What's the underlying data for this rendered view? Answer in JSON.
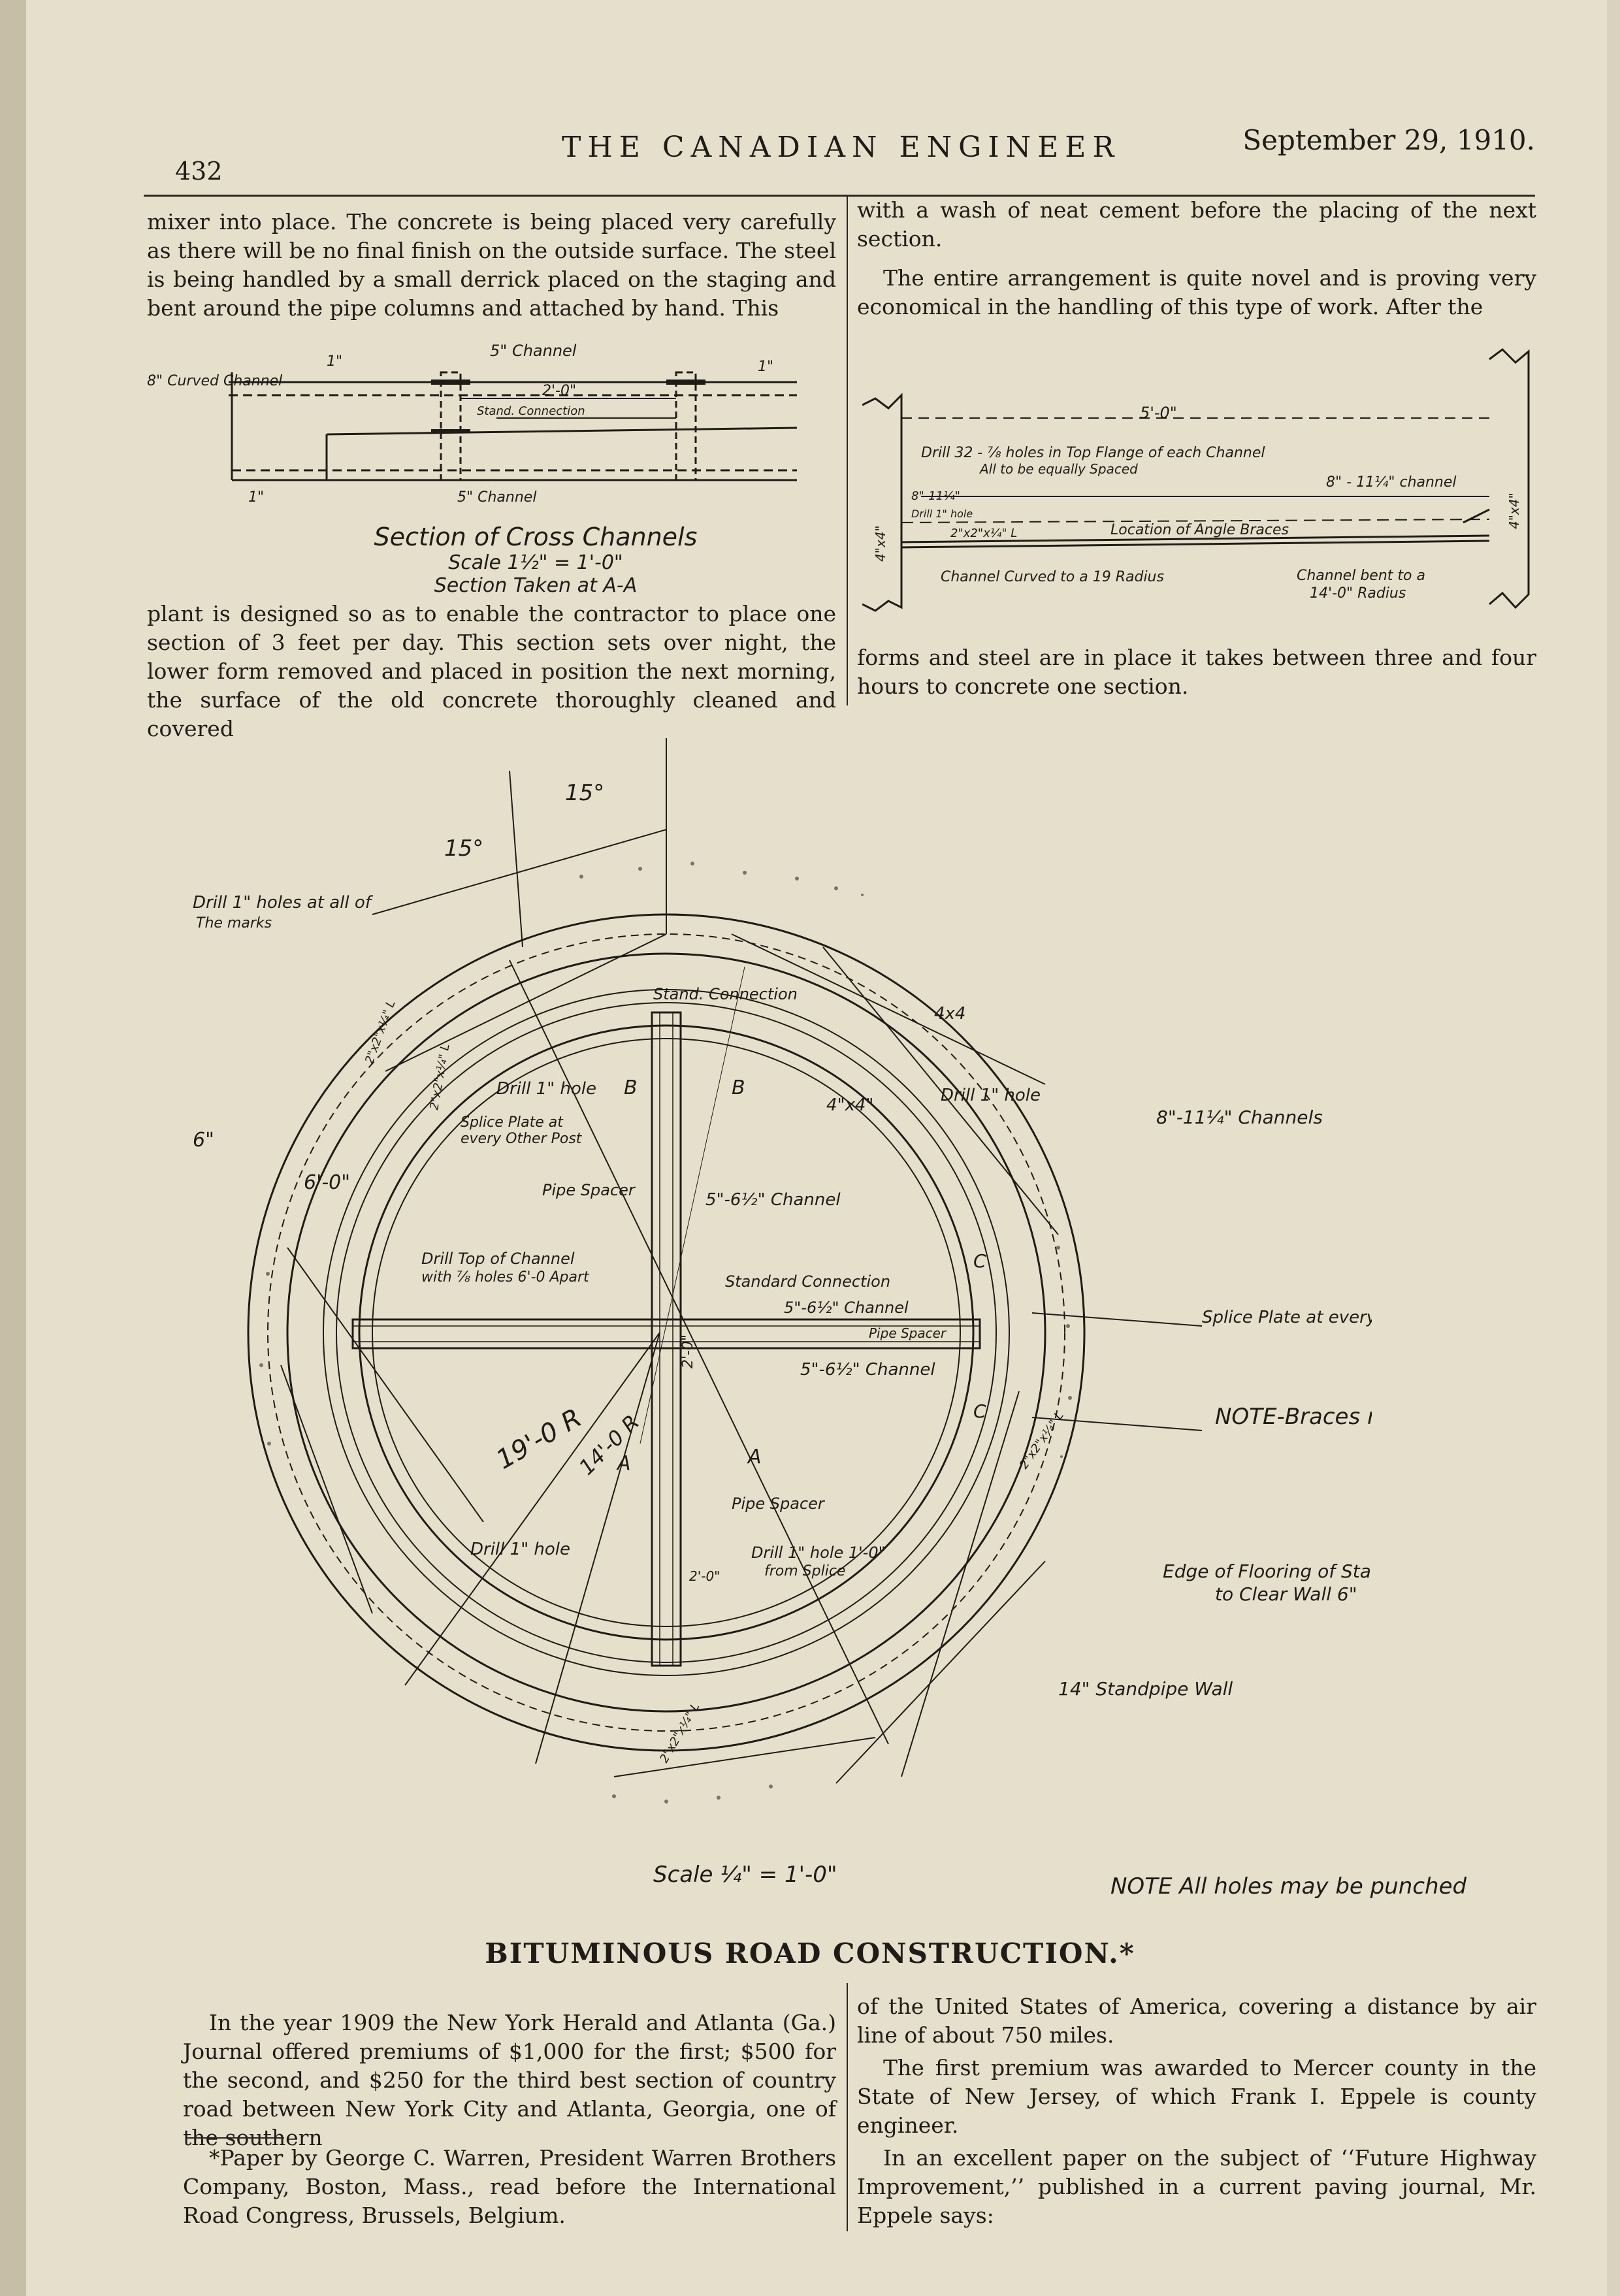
{
  "header": {
    "page_number": "432",
    "journal_title": "THE CANADIAN ENGINEER",
    "date": "September 29, 1910."
  },
  "left_column": {
    "paragraph_top": "mixer into place. The concrete is being placed very carefully as there will be no final finish on the outside surface. The steel is being handled by a small derrick placed on the staging and bent around the pipe columns and attached by hand. This",
    "paragraph_bottom": "plant is designed so as to enable the contractor to place one section of 3 feet per day. This section sets over night, the lower form removed and placed in position the next morning, the surface of the old concrete thoroughly cleaned and covered"
  },
  "right_column": {
    "paragraph_top_1": "with a wash of neat cement before the placing of the next section.",
    "paragraph_top_2": "The entire arrangement is quite novel and is proving very economical in the handling of this type of work. After the",
    "paragraph_bottom": "forms and steel are in place it takes between three and four hours to concrete one section."
  },
  "figure_cross_channels": {
    "caption_title": "Section of Cross Channels",
    "caption_scale": "Scale 1½\" = 1'-0\"",
    "caption_section": "Section Taken at A-A",
    "label_5_channel_top": "5\" Channel",
    "label_curved_channel": "8\" Curved Channel",
    "label_1_left": "1\"",
    "label_1_right": "1\"",
    "label_2_0": "2'-0\"",
    "label_stand_connection": "Stand. Connection",
    "label_5_channel_bottom": "5\" Channel",
    "label_1_bottom": "1\""
  },
  "figure_elevation": {
    "label_5_0": "5'-0\"",
    "label_drill": "Drill 32 - ⅞ holes in Top Flange of each Channel",
    "label_drill_2": "All to be equally Spaced",
    "label_8_channel": "8\" - 11¼\" channel",
    "label_11": "8\"-11¼\"",
    "label_drill_hole": "Drill 1\" hole",
    "label_angle": "2\"x2\"x¼\" L",
    "label_angle_braces": "Location of Angle Braces",
    "label_curved": "Channel Curved to a 19 Radius",
    "label_bent": "Channel bent to a",
    "label_bent_2": "14'-0\" Radius",
    "label_4x4_left": "4\"x4\"",
    "label_4x4_right": "4\"x4\""
  },
  "figure_plan": {
    "label_15_a": "15°",
    "label_15_b": "15°",
    "label_drill_marks": "Drill 1\" holes at all of",
    "label_drill_marks_2": "The marks",
    "label_stand_connection": "Stand. Connection",
    "label_4x4_top": "4x4",
    "label_drill_hole_1": "Drill 1\" hole",
    "label_b1": "B",
    "label_b2": "B",
    "label_4x4": "4\"x4\"",
    "label_drill_hole_2": "Drill 1\" hole",
    "label_8_channels": "8\"-11¼\" Channels",
    "label_splice_1": "Splice Plate at",
    "label_splice_2": "every Other Post",
    "label_6": "6\"",
    "label_6_0": "6'-0\"",
    "label_pipe_spacer_1": "Pipe Spacer",
    "label_5_6_channel_1": "5\"-6½\" Channel",
    "label_drill_top_1": "Drill Top of Channel",
    "label_drill_top_2": "with ⅞ holes 6'-0 Apart",
    "label_standard_connection": "Standard Connection",
    "label_5_6_channel_2": "5\"-6½\" Channel",
    "label_pipe_spacer_2": "Pipe Spacer",
    "label_5_6_channel_3": "5\"-6½\" Channel",
    "label_2_0": "2'-0\"",
    "label_c1": "C",
    "label_c2": "C",
    "label_splice_right": "Splice Plate at every Other Post",
    "label_note_braces": "NOTE-Braces not to join at posts",
    "label_19_0_r": "19'-0 R",
    "label_14_0_r": "14'-0 R",
    "label_a1": "A",
    "label_a2": "A",
    "label_pipe_spacer_3": "Pipe Spacer",
    "label_drill_hole_3": "Drill 1\" hole",
    "label_drill_hole_4": "Drill 1\" hole 1'-0\"",
    "label_from_splice": "from Splice",
    "label_2_0_b": "2'-0\"",
    "label_edge_1": "Edge of Flooring of Stage",
    "label_edge_2": "to Clear Wall 6\"",
    "label_standpipe_wall": "14\" Standpipe Wall",
    "label_angle_1": "2\"x2\"x¼\" L",
    "label_angle_2": "2\"x2\"x¼\" L",
    "label_angle_3": "2\"x2\"x¼\" L",
    "label_angle_4": "2\"x2\"x¼\" L",
    "scale": "Scale ¼\" = 1'-0\"",
    "note_holes": "NOTE All holes may be punched"
  },
  "article": {
    "heading": "BITUMINOUS ROAD CONSTRUCTION.*",
    "left_paragraph": "In the year 1909 the New York Herald and Atlanta (Ga.) Journal offered premiums of $1,000 for the first; $500 for the second, and $250 for the third best section of country road between New York City and Atlanta, Georgia, one of the southern",
    "footnote": "*Paper by George C. Warren, President Warren Brothers Company, Boston, Mass., read before the International Road Congress, Brussels, Belgium.",
    "right_paragraph_1": "of the United States of America, covering a distance by air line of about 750 miles.",
    "right_paragraph_2": "The first premium was awarded to Mercer county in the State of New Jersey, of which Frank I. Eppele is county engineer.",
    "right_paragraph_3": "In an excellent paper on the subject of ‘‘Future Highway Improvement,’’ published in a current paving journal, Mr. Eppele says:"
  }
}
